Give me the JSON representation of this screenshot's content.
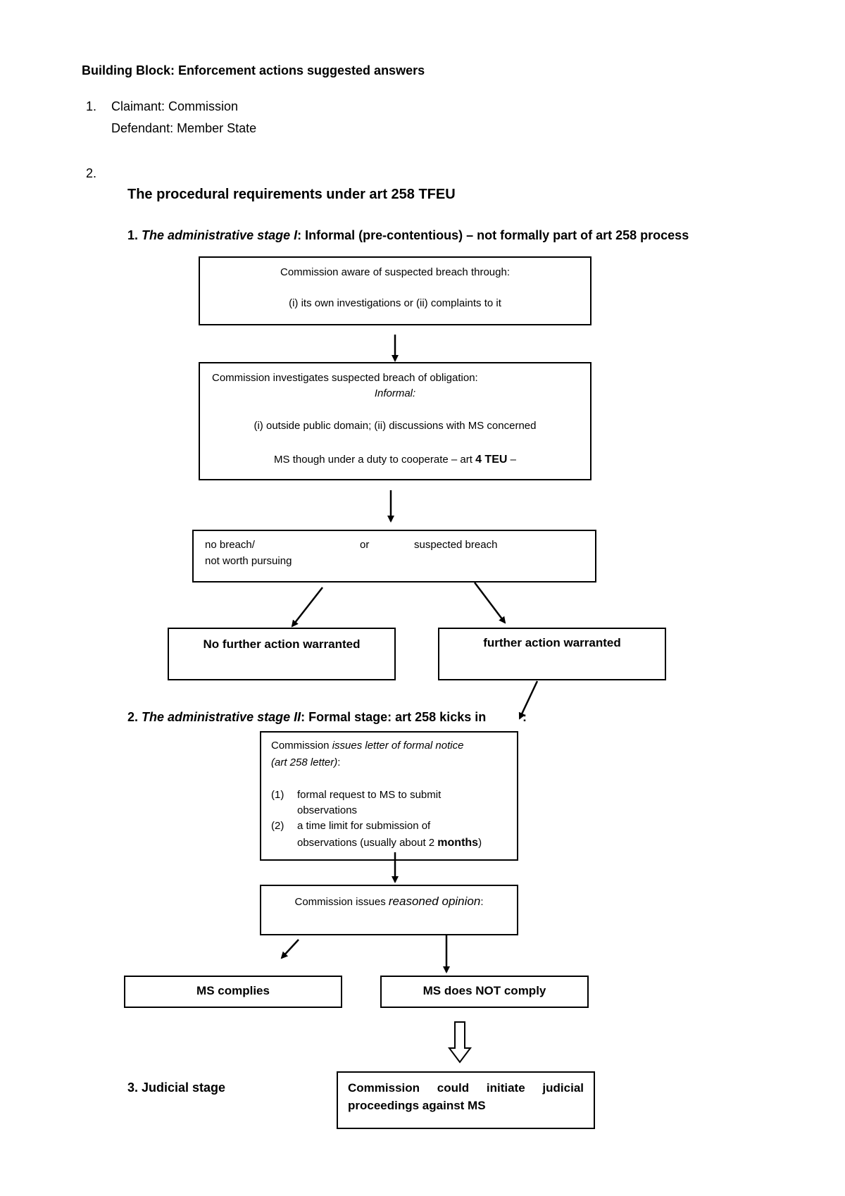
{
  "header": {
    "title": "Building Block: Enforcement actions suggested answers"
  },
  "list": {
    "item1_num": "1.",
    "claimant": "Claimant: Commission",
    "defendant": "Defendant: Member State",
    "item2_num": "2."
  },
  "section": {
    "heading": "The procedural requirements under art 258 TFEU",
    "stage1_num": "1.",
    "stage1_italic": "The administrative stage I",
    "stage1_rest": ": Informal (pre-contentious) – not formally part of art 258 process",
    "stage2_num": "2.",
    "stage2_italic": "The administrative stage II",
    "stage2_rest": ": Formal stage: art 258 kicks in",
    "stage2_end": ":",
    "stage3": "3.  Judicial stage"
  },
  "boxes": {
    "aware_line1": "Commission aware of suspected breach through:",
    "aware_line2": "(i) its own investigations or (ii) complaints to it",
    "investigate_line1": "Commission investigates suspected breach of obligation:",
    "investigate_line2": "Informal:",
    "investigate_line3": "(i) outside public domain; (ii) discussions with MS concerned",
    "investigate_line4a": "MS though under a duty to cooperate – art ",
    "investigate_line4b": "4 TEU",
    "investigate_line4c": " –",
    "nobreach_a": "no breach/",
    "nobreach_b": "not worth pursuing",
    "or_word": "or",
    "suspected": "suspected breach",
    "no_further": "No further action warranted",
    "further": "further action warranted",
    "letter_line1a": "Commission ",
    "letter_line1b": "issues letter of formal notice",
    "letter_line2": "(art 258 letter)",
    "letter_line2b": ":",
    "letter_item1_num": "(1)",
    "letter_item1_a": "formal request to MS to submit",
    "letter_item1_b": "observations",
    "letter_item2_num": "(2)",
    "letter_item2_a": "a time limit for submission of",
    "letter_item2_b": "observations (usually about 2 ",
    "letter_item2_c": "months",
    "letter_item2_d": ")",
    "opinion_a": "Commission issues ",
    "opinion_b": "reasoned opinion",
    "opinion_c": ":",
    "complies": "MS complies",
    "not_comply": "MS does NOT comply",
    "judicial_line1": "Commission could initiate judicial",
    "judicial_line2": "proceedings against MS"
  }
}
